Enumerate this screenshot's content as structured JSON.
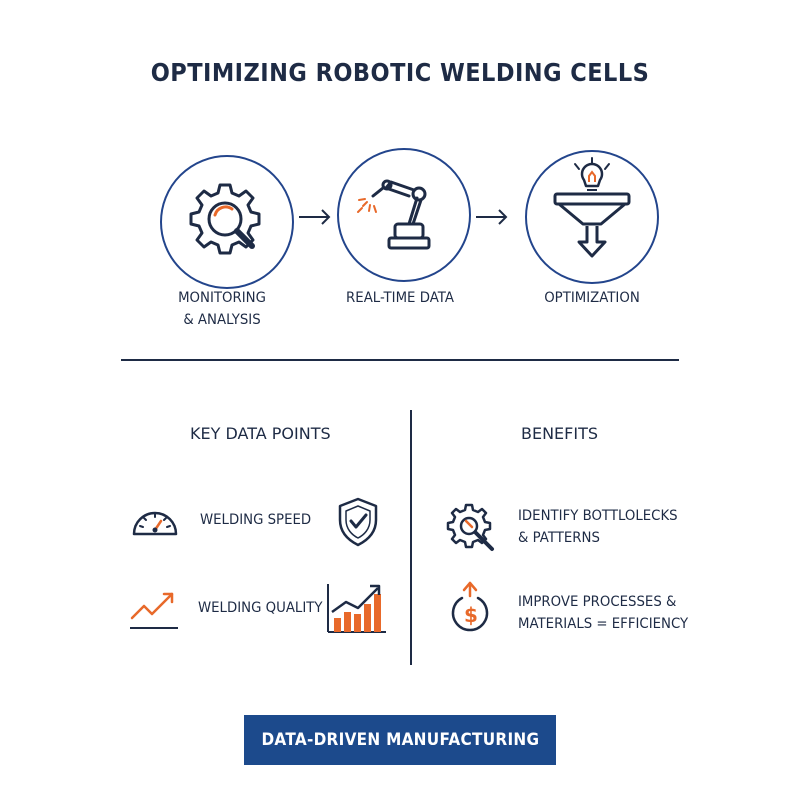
{
  "title": "OPTIMIZING ROBOTIC WELDING CELLS",
  "colors": {
    "navy": "#1e2b45",
    "circle_blue": "#23458c",
    "accent_orange": "#e8692a",
    "banner_blue": "#1c4a8c"
  },
  "flow": {
    "steps": [
      {
        "icon": "gear-magnifier-icon",
        "label_line1": "MONITORING",
        "label_line2": "& ANALYSIS"
      },
      {
        "icon": "robotic-arm-icon",
        "label_line1": "REAL-TIME DATA"
      },
      {
        "icon": "funnel-lightbulb-icon",
        "label_line1": "OPTIMIZATION"
      }
    ]
  },
  "key_data": {
    "heading": "KEY DATA POINTS",
    "items": [
      {
        "icon": "speedometer-icon",
        "label": "WELDING SPEED",
        "side_icon": "shield-check-icon"
      },
      {
        "icon": "trend-line-icon",
        "label": "WELDING QUALITY",
        "side_icon": "bar-chart-icon"
      }
    ]
  },
  "benefits": {
    "heading": "BENEFITS",
    "items": [
      {
        "icon": "gear-wrench-icon",
        "line1": "IDENTIFY BOTTLOLECKS",
        "line2": "& PATTERNS"
      },
      {
        "icon": "dollar-coin-icon",
        "line1": "IMPROVE PROCESSES &",
        "line2": "MATERIALS = EFFICIENCY"
      }
    ]
  },
  "banner": "DATA-DRIVEN MANUFACTURING"
}
